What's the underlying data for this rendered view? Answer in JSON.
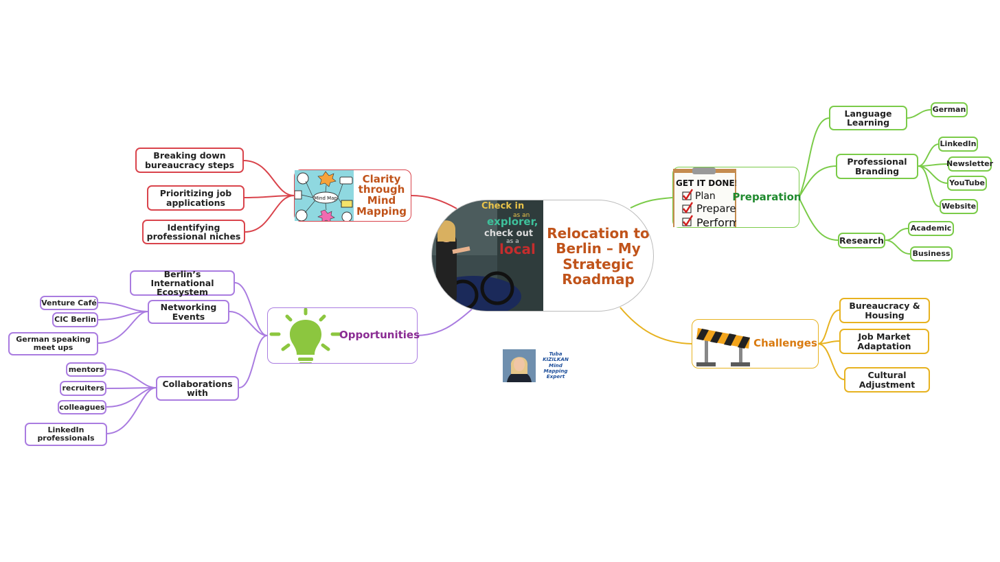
{
  "central": {
    "title": "Relocation to Berlin – My Strategic Roadmap",
    "photo_text": [
      "Check in",
      "as an",
      "explorer,",
      "check out",
      "as a",
      "local"
    ]
  },
  "branches": {
    "clarity": {
      "label": "Clarity through Mind Mapping",
      "color": "#c0531a",
      "image_text": "Mind Map",
      "children": [
        "Breaking down bureaucracy steps",
        "Prioritizing job applications",
        "Identifying professional niches"
      ]
    },
    "preparation": {
      "label": "Preparation",
      "color": "#1f8a2e",
      "image_text": [
        "GET IT DONE!",
        "Plan",
        "Prepare",
        "Perform"
      ],
      "children": {
        "language": {
          "label": "Language Learning",
          "children": [
            "German"
          ]
        },
        "branding": {
          "label": "Professional Branding",
          "children": [
            "LinkedIn",
            "Newsletter",
            "YouTube",
            "Website"
          ]
        },
        "research": {
          "label": "Research",
          "children": [
            "Academic",
            "Business"
          ]
        }
      }
    },
    "challenges": {
      "label": "Challenges",
      "color": "#d97a0f",
      "children": [
        "Bureaucracy & Housing",
        "Job Market Adaptation",
        "Cultural Adjustment"
      ]
    },
    "opportunities": {
      "label": "Opportunities",
      "color": "#8a2c93",
      "children": {
        "ecosystem": {
          "label": "Berlin’s International Ecosystem"
        },
        "networking": {
          "label": "Networking Events",
          "children": [
            "Venture Café",
            "CIC Berlin",
            "German speaking meet ups"
          ]
        },
        "collaborations": {
          "label": "Collaborations with",
          "children": [
            "mentors",
            "recruiters",
            "colleagues",
            "LinkedIn professionals"
          ]
        }
      }
    }
  },
  "author": {
    "caption": "Tuba KIZILKAN Mind Mapping Expert"
  },
  "colors": {
    "red": "#d9434b",
    "green": "#7acb48",
    "purple": "#a97be0",
    "orange": "#e7b21f"
  }
}
